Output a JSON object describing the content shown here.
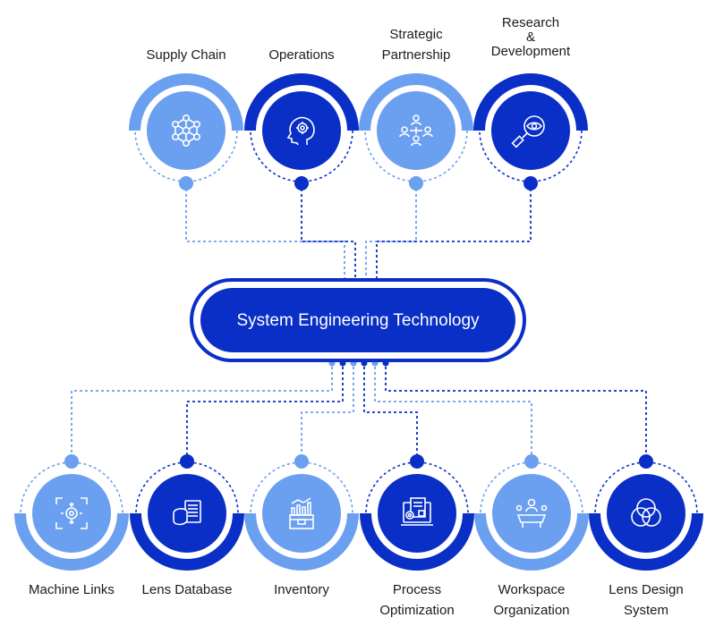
{
  "colors": {
    "light": "#6b9ff0",
    "dark": "#0a2fc7",
    "pale": "#dfe9fc",
    "icon_dark": "#ffffff",
    "icon_light": "#ffffff"
  },
  "hub": {
    "title": "System Engineering Technology"
  },
  "top_nodes": [
    {
      "label_lines": [
        "Supply Chain"
      ],
      "icon": "network-icon",
      "tone": "light"
    },
    {
      "label_lines": [
        "Operations"
      ],
      "icon": "head-gear-icon",
      "tone": "dark"
    },
    {
      "label_lines": [
        "Strategic",
        "Partnership"
      ],
      "icon": "team-icon",
      "tone": "light"
    },
    {
      "label_lines": [
        "Research",
        "&",
        "Development"
      ],
      "icon": "magnifier-eye-icon",
      "tone": "dark"
    }
  ],
  "bottom_nodes": [
    {
      "label_lines": [
        "Machine Links"
      ],
      "icon": "focus-gear-icon",
      "tone": "light"
    },
    {
      "label_lines": [
        "Lens Database"
      ],
      "icon": "database-icon",
      "tone": "dark"
    },
    {
      "label_lines": [
        "Inventory"
      ],
      "icon": "box-chart-icon",
      "tone": "light"
    },
    {
      "label_lines": [
        "Process",
        "Optimization"
      ],
      "icon": "laptop-doc-icon",
      "tone": "dark"
    },
    {
      "label_lines": [
        "Workspace",
        "Organization"
      ],
      "icon": "meeting-icon",
      "tone": "light"
    },
    {
      "label_lines": [
        "Lens Design",
        "System"
      ],
      "icon": "venn-icon",
      "tone": "dark"
    }
  ]
}
